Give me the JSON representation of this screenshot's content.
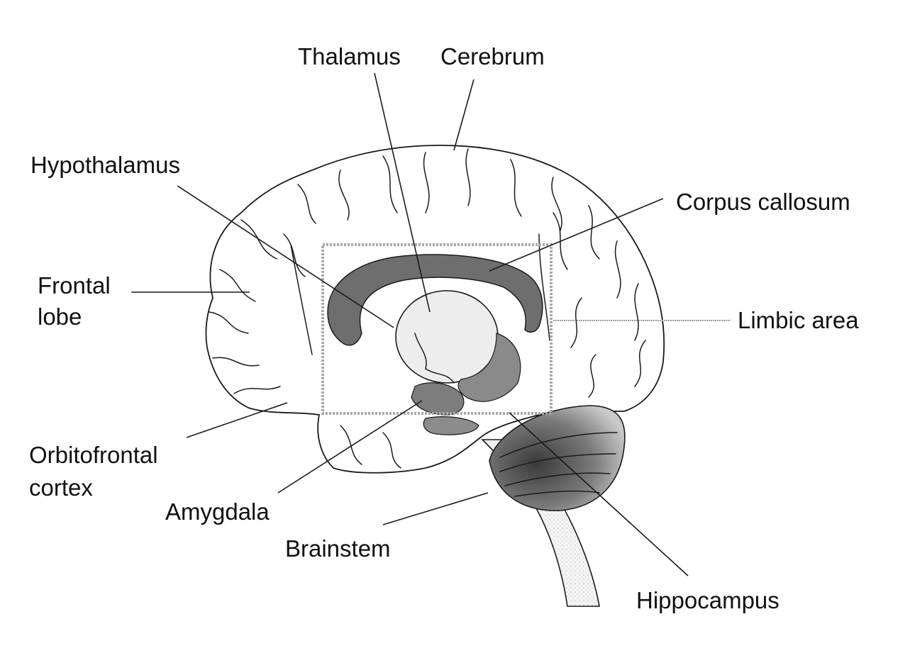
{
  "labels": {
    "thalamus": "Thalamus",
    "cerebrum": "Cerebrum",
    "hypothalamus": "Hypothalamus",
    "corpus_callosum": "Corpus callosum",
    "frontal_lobe_line1": "Frontal",
    "frontal_lobe_line2": "lobe",
    "limbic_area": "Limbic area",
    "orbitofrontal_line1": "Orbitofrontal",
    "orbitofrontal_line2": "cortex",
    "amygdala": "Amygdala",
    "brainstem": "Brainstem",
    "hippocampus": "Hippocampus"
  },
  "colors": {
    "line": "#1a1a1a",
    "stipple_light": "#ececec",
    "stipple_mid": "#d4d4d4",
    "dark_structure": "#6e6e6e",
    "cerebellum": "#7a7a7a",
    "limbic_box": "#a8a8a8"
  }
}
